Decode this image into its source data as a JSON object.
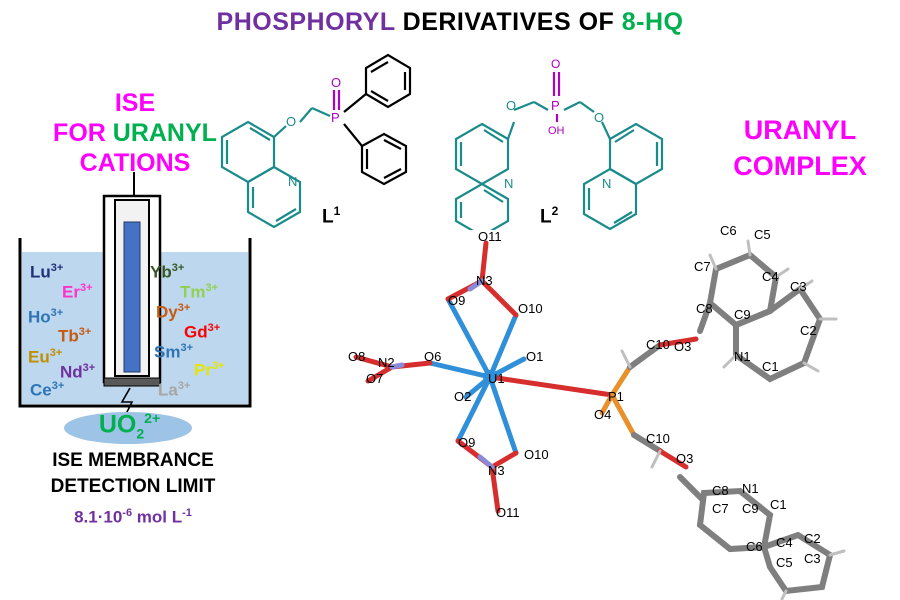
{
  "title": {
    "part1": "PHOSPHORYL",
    "part2": " DERIVATIVES OF ",
    "part3": "8-HQ",
    "colors": {
      "part1": "#7030a0",
      "part2": "#000000",
      "part3": "#00b050"
    }
  },
  "ise_heading": {
    "line1": "ISE",
    "line2a": "FOR ",
    "line2b": "URANYL",
    "line3": "CATIONS",
    "colors": {
      "magenta": "#ff00ff",
      "green": "#00b050"
    }
  },
  "uranyl_complex": {
    "line1": "URANYL",
    "line2": "COMPLEX",
    "color": "#ff00ff"
  },
  "ligands": {
    "L1": {
      "base": "L",
      "sup": "1"
    },
    "L2": {
      "base": "L",
      "sup": "2"
    },
    "atoms": {
      "P": "P",
      "O": "O",
      "OH": "OH",
      "N": "N"
    },
    "colors": {
      "bond": "#1a8b8b",
      "phosphorus": "#b000c0"
    }
  },
  "cations_left": [
    {
      "base": "Lu",
      "charge": "3+",
      "color": "#1f2f7a"
    },
    {
      "base": "Er",
      "charge": "3+",
      "color": "#ff33cc"
    },
    {
      "base": "Ho",
      "charge": "3+",
      "color": "#2e75b6"
    },
    {
      "base": "Tb",
      "charge": "3+",
      "color": "#c55a11"
    },
    {
      "base": "Eu",
      "charge": "3+",
      "color": "#bf8f00"
    },
    {
      "base": "Nd",
      "charge": "3+",
      "color": "#7030a0"
    },
    {
      "base": "Ce",
      "charge": "3+",
      "color": "#2e75b6"
    }
  ],
  "cations_right": [
    {
      "base": "Yb",
      "charge": "3+",
      "color": "#375623"
    },
    {
      "base": "Tm",
      "charge": "3+",
      "color": "#92d050"
    },
    {
      "base": "Dy",
      "charge": "3+",
      "color": "#c55a11"
    },
    {
      "base": "Gd",
      "charge": "3+",
      "color": "#ff0000"
    },
    {
      "base": "Sm",
      "charge": "3+",
      "color": "#2e75b6"
    },
    {
      "base": "Pr",
      "charge": "3+",
      "color": "#ffff00"
    },
    {
      "base": "La",
      "charge": "3+",
      "color": "#a6a6a6"
    }
  ],
  "uranyl_ion": {
    "base": "UO",
    "sub": "2",
    "sup": "2+",
    "color": "#00b050",
    "ellipse_color": "#9dc3e6"
  },
  "membrane": {
    "line1": "ISE MEMBRANCE",
    "line2": "DETECTION LIMIT",
    "value_prefix": "8.1·10",
    "value_exp": "-6",
    "value_unit": " mol L",
    "value_unit_exp": "-1",
    "value_color": "#7030a0"
  },
  "crystal_labels": {
    "O11_top": "O11",
    "N3_top": "N3",
    "O9_top": "O9",
    "O10_top": "O10",
    "O8": "O8",
    "N2": "N2",
    "O6": "O6",
    "O7": "O7",
    "U1": "U1",
    "O1": "O1",
    "O2": "O2",
    "O9_bot": "O9",
    "N3_bot": "N3",
    "O10_bot": "O10",
    "O11_bot": "O11",
    "P1": "P1",
    "O4": "O4",
    "C10_top": "C10",
    "O3_top": "O3",
    "C10_bot": "C10",
    "O3_bot": "O3",
    "C6_top": "C6",
    "C5_top": "C5",
    "C7_top": "C7",
    "C4_top": "C4",
    "C3_top": "C3",
    "C8_top": "C8",
    "C9_top": "C9",
    "C2_top": "C2",
    "N1_top": "N1",
    "C1_top": "C1",
    "C8_bot": "C8",
    "N1_bot": "N1",
    "C7_bot": "C7",
    "C9_bot": "C9",
    "C1_bot": "C1",
    "C6_bot": "C6",
    "C4_bot": "C4",
    "C2_bot": "C2",
    "C5_bot": "C5",
    "C3_bot": "C3"
  }
}
